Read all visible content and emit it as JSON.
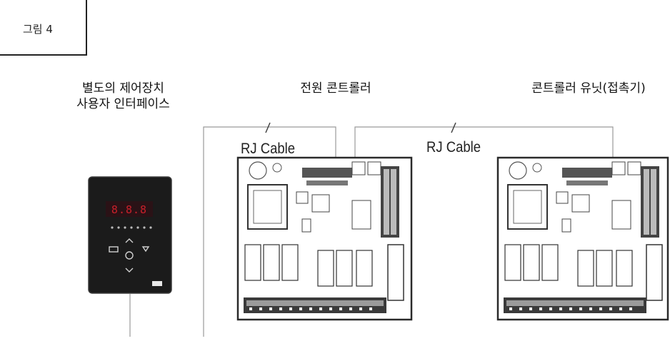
{
  "figure_label": "그림 4",
  "headings": {
    "user_interface_line1": "별도의 제어장치",
    "user_interface_line2": "사용자 인터페이스",
    "power_controller": "전원 콘트롤러",
    "controller_unit": "콘트롤러 유닛(접촉기)"
  },
  "cables": {
    "first": "RJ Cable",
    "second": "RJ Cable"
  },
  "colors": {
    "line": "#9a9a9a",
    "board_outline": "#2a2a2a",
    "display_body": "#1b1b1b",
    "display_digits": "#c8202a"
  },
  "icons": {
    "display_unit": "control-display-icon",
    "board": "circuit-board-icon"
  }
}
